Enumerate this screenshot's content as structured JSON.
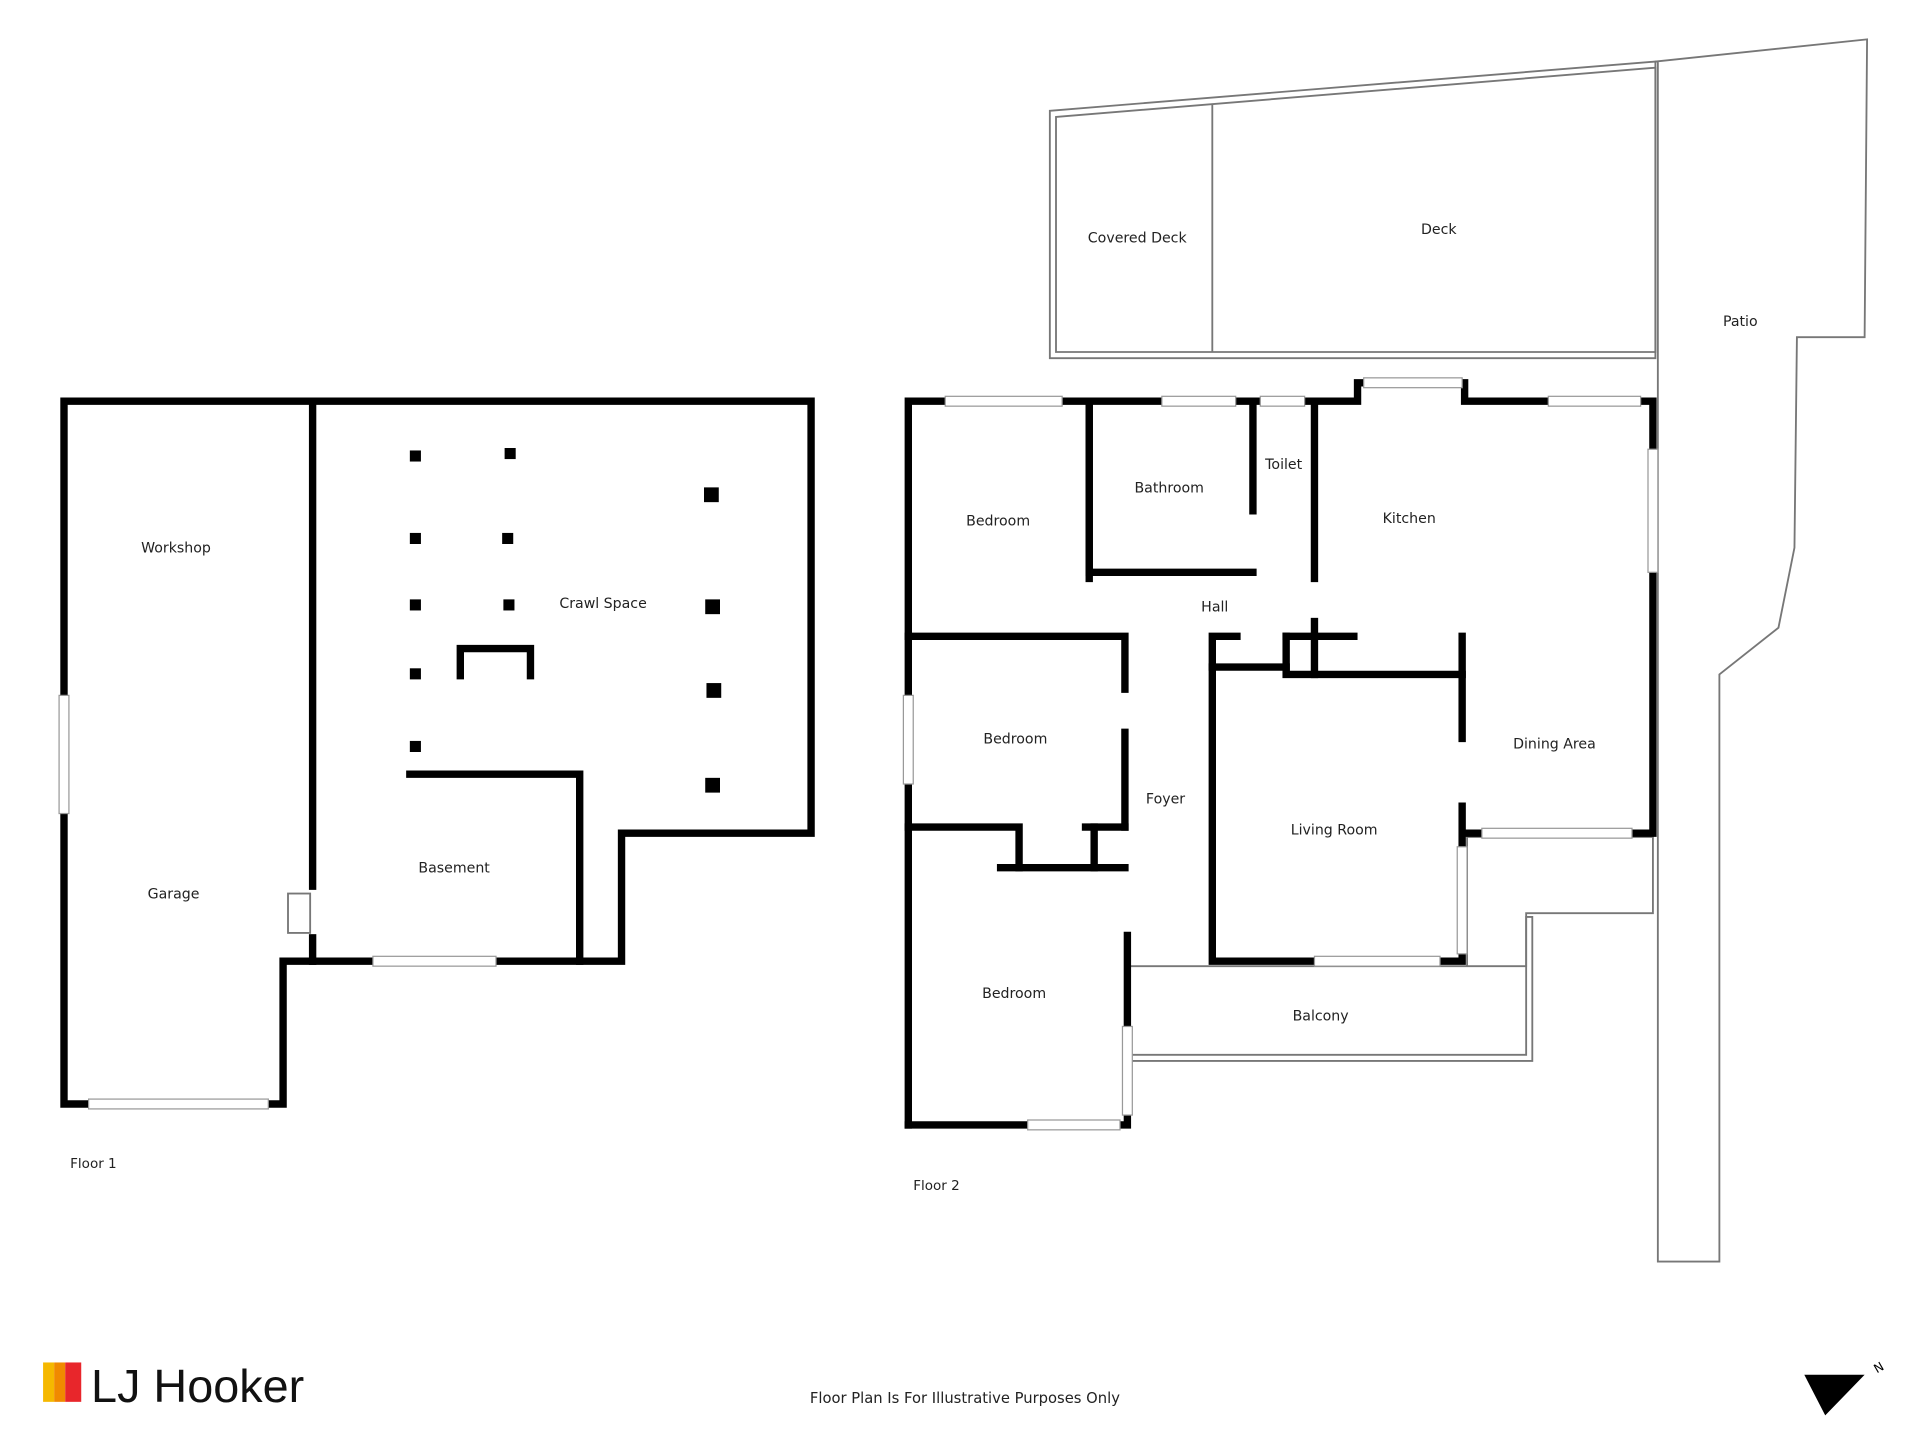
{
  "floor1": {
    "label": "Floor 1",
    "rooms": {
      "workshop": "Workshop",
      "crawl_space": "Crawl Space",
      "garage": "Garage",
      "basement": "Basement"
    }
  },
  "floor2": {
    "label": "Floor 2",
    "rooms": {
      "covered_deck": "Covered Deck",
      "deck": "Deck",
      "patio": "Patio",
      "bedroom1": "Bedroom",
      "bathroom": "Bathroom",
      "toilet": "Toilet",
      "kitchen": "Kitchen",
      "hall": "Hall",
      "bedroom2": "Bedroom",
      "foyer": "Foyer",
      "living_room": "Living Room",
      "dining_area": "Dining Area",
      "bedroom3": "Bedroom",
      "balcony": "Balcony"
    }
  },
  "footer": {
    "brand": "LJ Hooker",
    "disclaimer": "Floor Plan Is For Illustrative Purposes Only",
    "north_label": "N",
    "brand_colors": [
      "#f5b800",
      "#f08a00",
      "#e8262b"
    ]
  }
}
